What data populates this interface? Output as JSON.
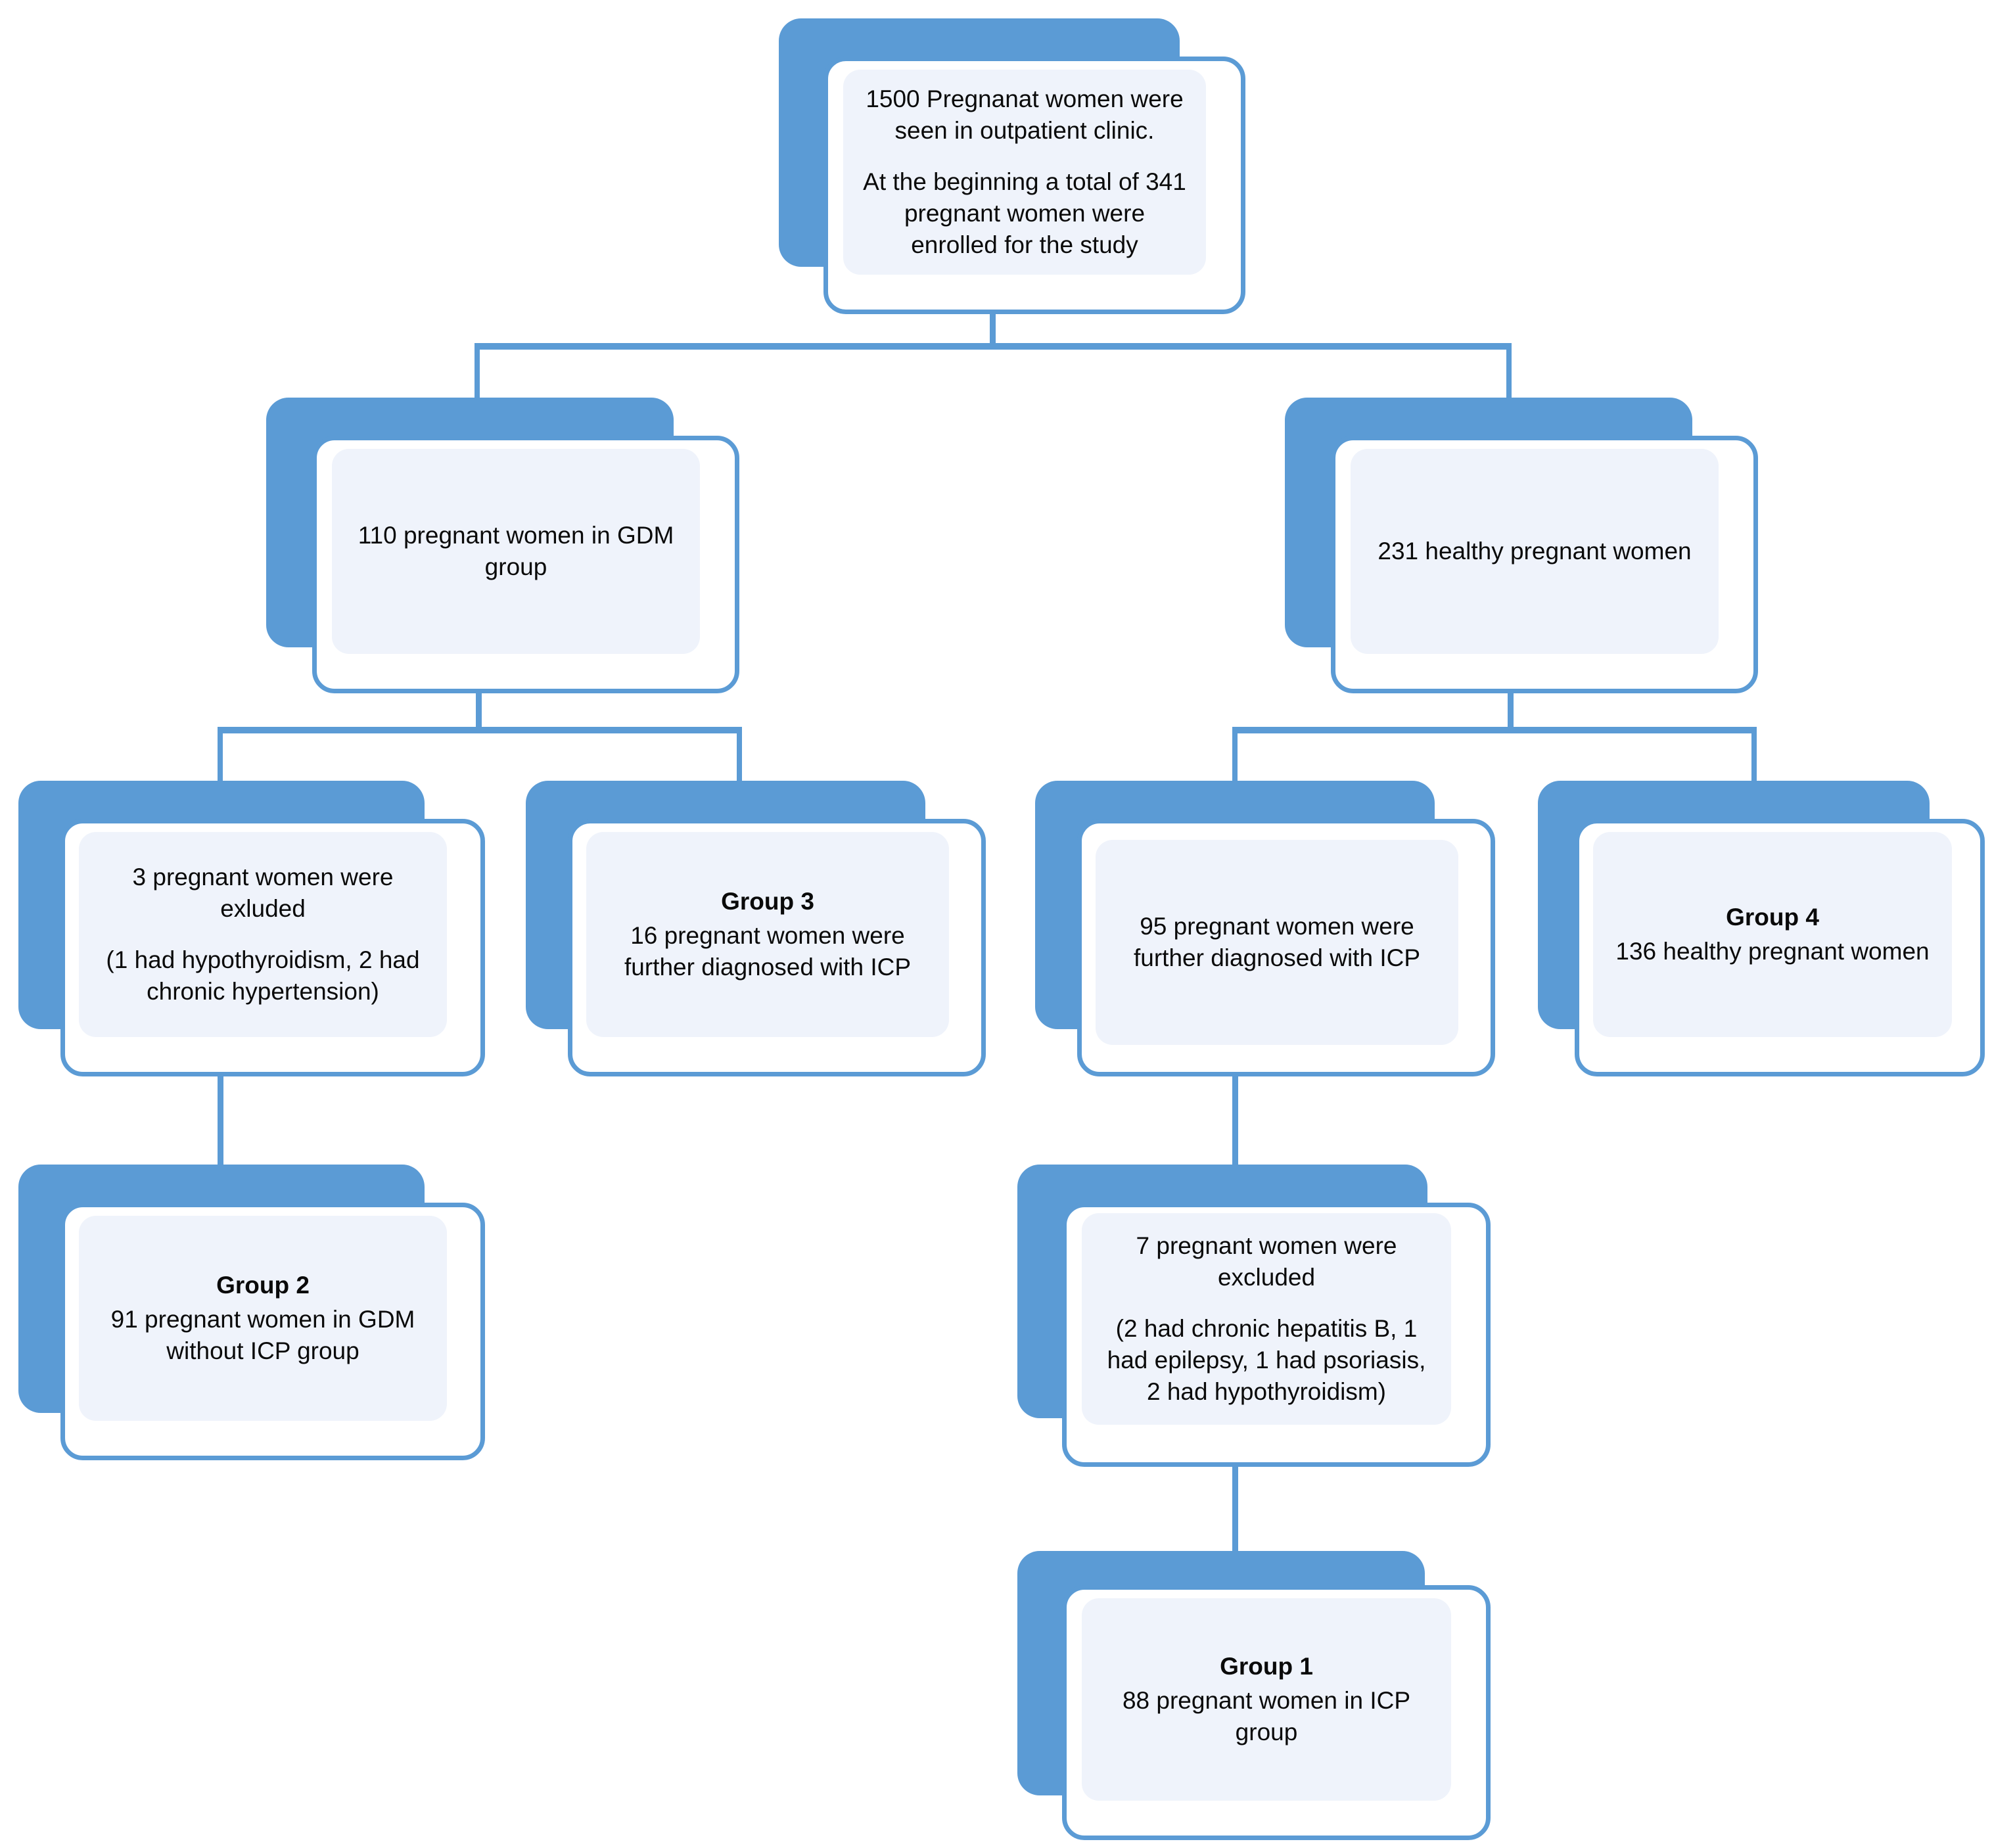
{
  "diagram": {
    "title": "Study enrollment flow diagram",
    "type": "flowchart",
    "colors": {
      "accent": "#5B9BD5",
      "card_fill": "#FFFFFF",
      "inner_fill": "#EFF3FB",
      "text": "#0A0A0A",
      "connector": "#5B9BD5"
    }
  },
  "nodes": {
    "root": {
      "id": "root",
      "lines": [
        "1500 Pregnanat women were seen in outpatient clinic.",
        "At the beginning a total of 341 pregnant women were enrolled for the study"
      ]
    },
    "gdm": {
      "id": "gdm-group",
      "lines": [
        "110 pregnant women in GDM group"
      ]
    },
    "healthy": {
      "id": "healthy-group",
      "lines": [
        "231 healthy pregnant women"
      ]
    },
    "excluded3": {
      "id": "excluded-3",
      "lines": [
        "3 pregnant women were exluded",
        "(1 had hypothyroidism, 2 had chronic hypertension)"
      ]
    },
    "group3": {
      "id": "group-3",
      "heading": "Group 3",
      "lines": [
        "16 pregnant women were further diagnosed with ICP"
      ]
    },
    "icp95": {
      "id": "icp-95",
      "lines": [
        "95 pregnant women were further diagnosed with ICP"
      ]
    },
    "group4": {
      "id": "group-4",
      "heading": "Group 4",
      "lines": [
        "136 healthy pregnant women"
      ]
    },
    "group2": {
      "id": "group-2",
      "heading": "Group 2",
      "lines": [
        "91 pregnant women in GDM without ICP group"
      ]
    },
    "excluded7": {
      "id": "excluded-7",
      "lines": [
        "7 pregnant women were excluded",
        "(2 had chronic hepatitis B, 1 had epilepsy, 1 had psoriasis, 2 had hypothyroidism)"
      ]
    },
    "group1": {
      "id": "group-1",
      "heading": "Group 1",
      "lines": [
        "88 pregnant women in ICP group"
      ]
    }
  }
}
